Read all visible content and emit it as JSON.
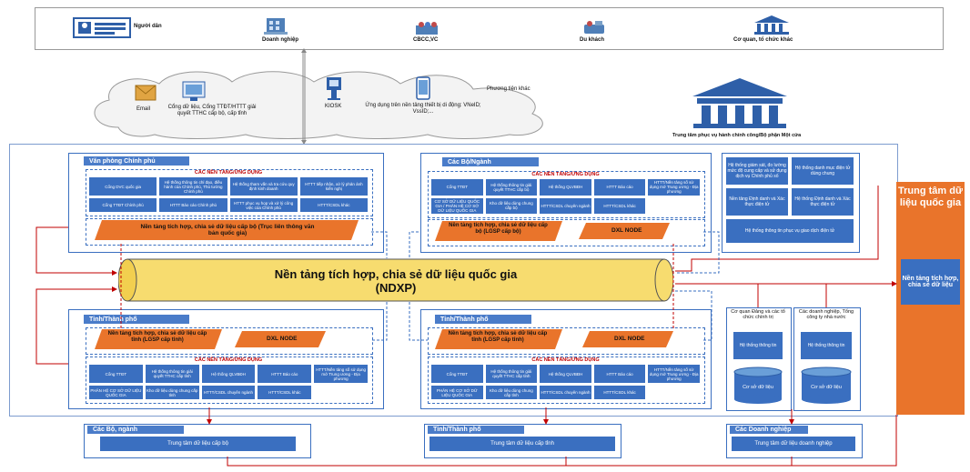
{
  "actors": [
    {
      "label": "Người dân",
      "icon": "id-card-icon"
    },
    {
      "label": "Doanh nghiệp",
      "icon": "building-icon"
    },
    {
      "label": "CBCC,VC",
      "icon": "officials-icon"
    },
    {
      "label": "Du khách",
      "icon": "tourist-icon"
    },
    {
      "label": "Cơ quan, tổ chức khác",
      "icon": "government-icon"
    }
  ],
  "channels": {
    "email": "Email",
    "portal": "Cổng dữ liệu, Cổng TTĐT/HTTT giải quyết TTHC cấp bộ, cấp tỉnh",
    "kiosk": "KIOSK",
    "mobile": "Ứng dụng trên nền tảng thiết bị di động: VNeID; VssID;...",
    "other": "Phương tiện khác"
  },
  "one_stop": "Trung tâm phục vụ hành chính công/Bộ phận Một cửa",
  "vpcp": {
    "title": "Văn phòng Chính phủ",
    "apps_title": "CÁC NỀN TẢNG/ỨNG DỤNG",
    "apps": [
      "Cổng DVC quốc gia",
      "Hệ thống thông tin chỉ đạo, điều hành của Chính phủ, Thủ tướng Chính phủ",
      "Hệ thống tham vấn và tra cứu quy định kinh doanh",
      "HTTT tiếp nhận, xử lý phản ánh kiến nghị",
      "Cổng TTĐT Chính phủ",
      "HTTT Báo cáo Chính phủ",
      "HTTT phục vụ họp và xử lý công việc của Chính phủ",
      "HTTT/CSDL khác"
    ],
    "platform": "Nền tảng tích hợp, chia sẻ dữ liệu cấp bộ (Trục liên thông văn bản quốc gia)"
  },
  "ministries": {
    "title": "Các Bộ/Ngành",
    "apps_title": "CÁC NỀN TẢNG/ỨNG DỤNG",
    "apps": [
      "Cổng TTĐT",
      "Hệ thống thông tin giải quyết TTHC cấp bộ",
      "Hệ thống QLVBĐH",
      "HTTT Báo cáo",
      "HTTT/Nền tảng số sử dụng mở Trung ương - Địa phương",
      "CƠ SỞ DỮ LIỆU QUỐC GIA / PHÂN HỆ CƠ SỞ DỮ LIỆU QUỐC GIA",
      "Kho dữ liệu dùng chung cấp bộ",
      "HTTT/CSDL chuyên ngành",
      "HTTT/CSDL khác"
    ],
    "platform": "Nền tảng tích hợp, chia sẻ dữ liệu cấp bộ (LGSP cấp bộ)",
    "dxl": "DXL NODE"
  },
  "right_panel": [
    "Hệ thống giám sát, đo lường mức độ cung cấp và sử dụng dịch vụ Chính phủ số",
    "Hệ thống danh mục điện tử dùng chung",
    "Nền tảng Định danh và Xác thực điện tử",
    "Hệ thống Định danh và Xác thực điện tử",
    "Hệ thống thông tin phục vụ giao dịch điện tử"
  ],
  "national_center": {
    "title": "Trung tâm dữ liệu quốc gia",
    "inner": "Nền tảng tích hợp, chia sẻ dữ liệu"
  },
  "ndxp": {
    "line1": "Nền tảng tích hợp, chia sẻ dữ liệu quốc gia",
    "line2": "(NDXP)"
  },
  "province_left": {
    "title": "Tỉnh/Thành phố",
    "platform": "Nền tảng tích hợp, chia sẻ dữ liệu cấp tỉnh (LGSP cấp tỉnh)",
    "dxl": "DXL NODE",
    "apps_title": "CÁC NỀN TẢNG/ỨNG DỤNG",
    "apps": [
      "Cổng TTĐT",
      "Hệ thống thông tin giải quyết TTHC cấp tỉnh",
      "Hệ thống QLVBĐH",
      "HTTT Báo cáo",
      "HTTT/Nền tảng số sử dụng mở Trung ương - Địa phương",
      "PHÂN HỆ CƠ SỞ DỮ LIỆU QUỐC GIA",
      "Kho dữ liệu dùng chung cấp tỉnh",
      "HTTT/CSDL chuyên ngành",
      "HTTT/CSDL khác"
    ]
  },
  "province_right": {
    "title": "Tỉnh/Thành phố",
    "platform": "Nền tảng tích hợp, chia sẻ dữ liệu cấp tỉnh (LGSP cấp tỉnh)",
    "dxl": "DXL NODE",
    "apps_title": "CÁC NỀN TẢNG/ỨNG DỤNG",
    "apps": [
      "Cổng TTĐT",
      "Hệ thống thông tin giải quyết TTHC cấp tỉnh",
      "Hệ thống QLVBĐH",
      "HTTT Báo cáo",
      "HTTT/Nền tảng số sử dụng mở Trung ương - Địa phương",
      "PHÂN HỆ CƠ SỞ DỮ LIỆU QUỐC GIA",
      "Kho dữ liệu dùng chung cấp tỉnh",
      "HTTT/CSDL chuyên ngành",
      "HTTT/CSDL khác"
    ]
  },
  "party": {
    "title": "Cơ quan Đảng và các tổ chức chính trị",
    "system": "Hệ thống thông tin",
    "db": "Cơ sở dữ liệu"
  },
  "enterprise": {
    "title": "Các doanh nghiệp, Tổng công ty nhà nước",
    "system": "Hệ thống thông tin",
    "db": "Cơ sở dữ liệu"
  },
  "bottom": [
    {
      "title": "Các Bộ, ngành",
      "center": "Trung tâm dữ liệu cấp bộ"
    },
    {
      "title": "Tỉnh/Thành phố",
      "center": "Trung tâm dữ liệu cấp tỉnh"
    },
    {
      "title": "Các Doanh nghiệp",
      "center": "Trung tâm dữ liệu doanh nghiệp"
    }
  ],
  "colors": {
    "blue": "#3a6fc0",
    "orange": "#e9742b",
    "red": "#c00000",
    "pipe": "#f7dc6f"
  }
}
